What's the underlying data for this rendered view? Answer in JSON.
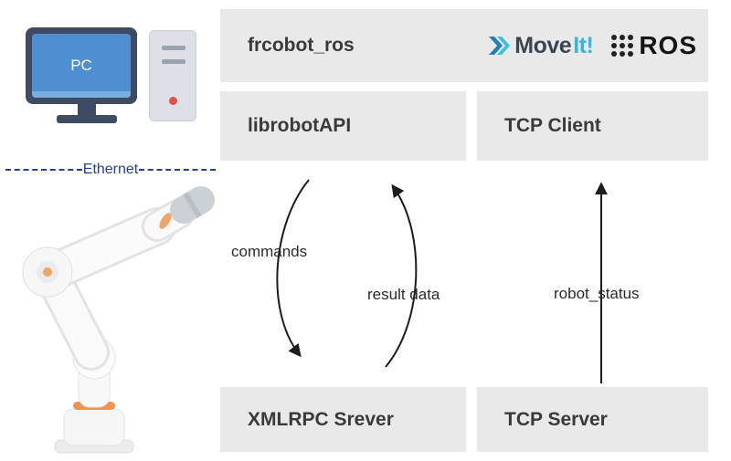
{
  "pc": {
    "label": "PC"
  },
  "ethernet": {
    "label": "Ethernet"
  },
  "header": {
    "title": "frcobot_ros",
    "moveit_logo": {
      "move": "Move",
      "it": "It!"
    },
    "ros_logo": {
      "text": "ROS"
    }
  },
  "boxes": {
    "librobotapi": {
      "label": "librobotAPI"
    },
    "tcp_client": {
      "label": "TCP Client"
    },
    "xmlrpc_server": {
      "label": "XMLRPC Srever"
    },
    "tcp_server": {
      "label": "TCP Server"
    }
  },
  "arrows": {
    "commands": {
      "label": "commands",
      "direction": "down"
    },
    "result_data": {
      "label": "result data",
      "direction": "up"
    },
    "robot_status": {
      "label": "robot_status",
      "direction": "up"
    }
  },
  "icons": {
    "moveit_chevrons": "double-chevron-right",
    "ros_dots": "3x3-dot-grid"
  },
  "colors": {
    "box_bg": "#e9e9e9",
    "box_text": "#3a3a3a",
    "arrow": "#1c1c1c",
    "ethernet_blue": "#24419b",
    "moveit_cyan": "#35b6da",
    "moveit_dark": "#3d4452",
    "robot_orange": "#ef9351",
    "pc_screen_blue": "#4d8fd1",
    "monitor_frame": "#3f4b63"
  }
}
